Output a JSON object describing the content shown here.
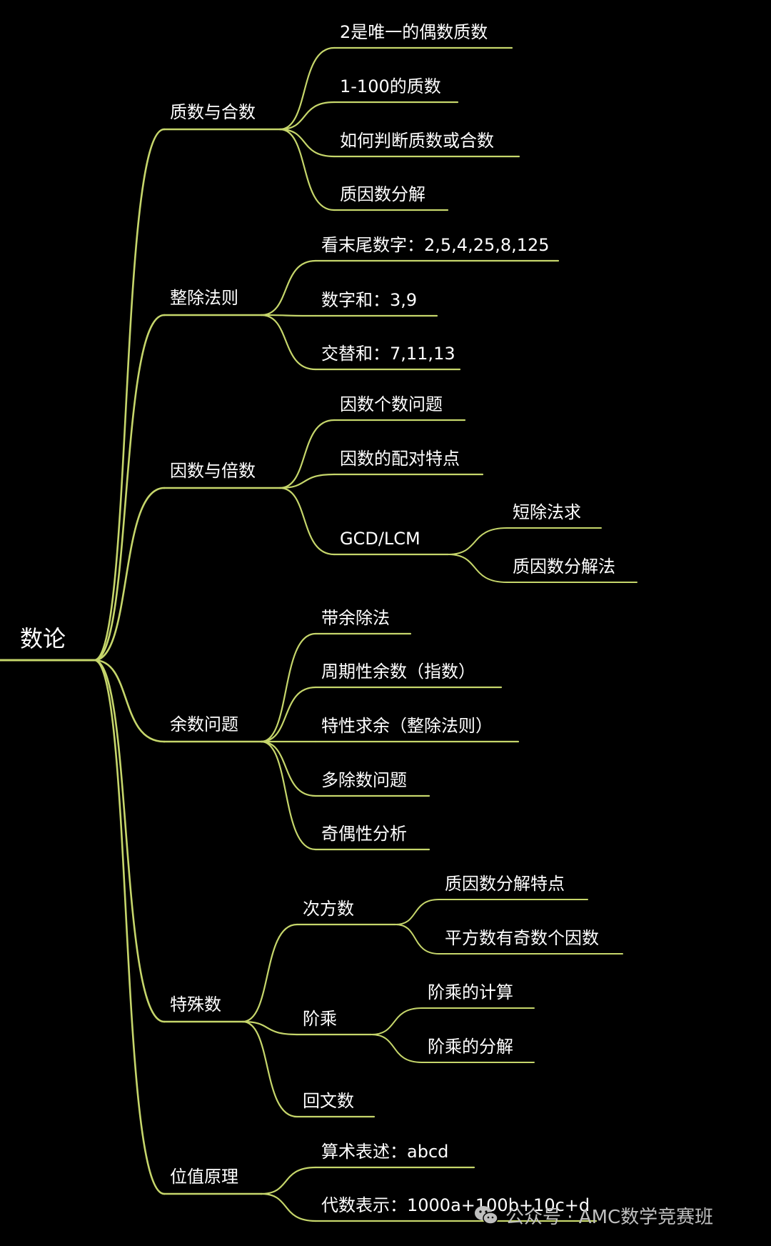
{
  "colors": {
    "background": "#000000",
    "edge": "#c6d66b",
    "text": "#ffffff",
    "watermark": "#bfbfbf"
  },
  "mindmap": {
    "root": {
      "label": "数论",
      "children": [
        {
          "label": "质数与合数",
          "children": [
            {
              "label": "2是唯一的偶数质数"
            },
            {
              "label": "1-100的质数"
            },
            {
              "label": "如何判断质数或合数"
            },
            {
              "label": "质因数分解"
            }
          ]
        },
        {
          "label": "整除法则",
          "children": [
            {
              "label": "看末尾数字：2,5,4,25,8,125"
            },
            {
              "label": "数字和：3,9"
            },
            {
              "label": "交替和：7,11,13"
            }
          ]
        },
        {
          "label": "因数与倍数",
          "children": [
            {
              "label": "因数个数问题"
            },
            {
              "label": "因数的配对特点"
            },
            {
              "label": "GCD/LCM",
              "children": [
                {
                  "label": "短除法求"
                },
                {
                  "label": "质因数分解法"
                }
              ]
            }
          ]
        },
        {
          "label": "余数问题",
          "children": [
            {
              "label": "带余除法"
            },
            {
              "label": "周期性余数（指数）"
            },
            {
              "label": "特性求余（整除法则）"
            },
            {
              "label": "多除数问题"
            },
            {
              "label": "奇偶性分析"
            }
          ]
        },
        {
          "label": "特殊数",
          "children": [
            {
              "label": "次方数",
              "children": [
                {
                  "label": "质因数分解特点"
                },
                {
                  "label": "平方数有奇数个因数"
                }
              ]
            },
            {
              "label": "阶乘",
              "children": [
                {
                  "label": "阶乘的计算"
                },
                {
                  "label": "阶乘的分解"
                }
              ]
            },
            {
              "label": "回文数"
            }
          ]
        },
        {
          "label": "位值原理",
          "children": [
            {
              "label": "算术表述：abcd"
            },
            {
              "label": "代数表示：1000a+100b+10c+d"
            }
          ]
        }
      ]
    }
  },
  "watermark": {
    "icon": "wechat-icon",
    "text": "公众号 · AMC数学竞赛班"
  }
}
